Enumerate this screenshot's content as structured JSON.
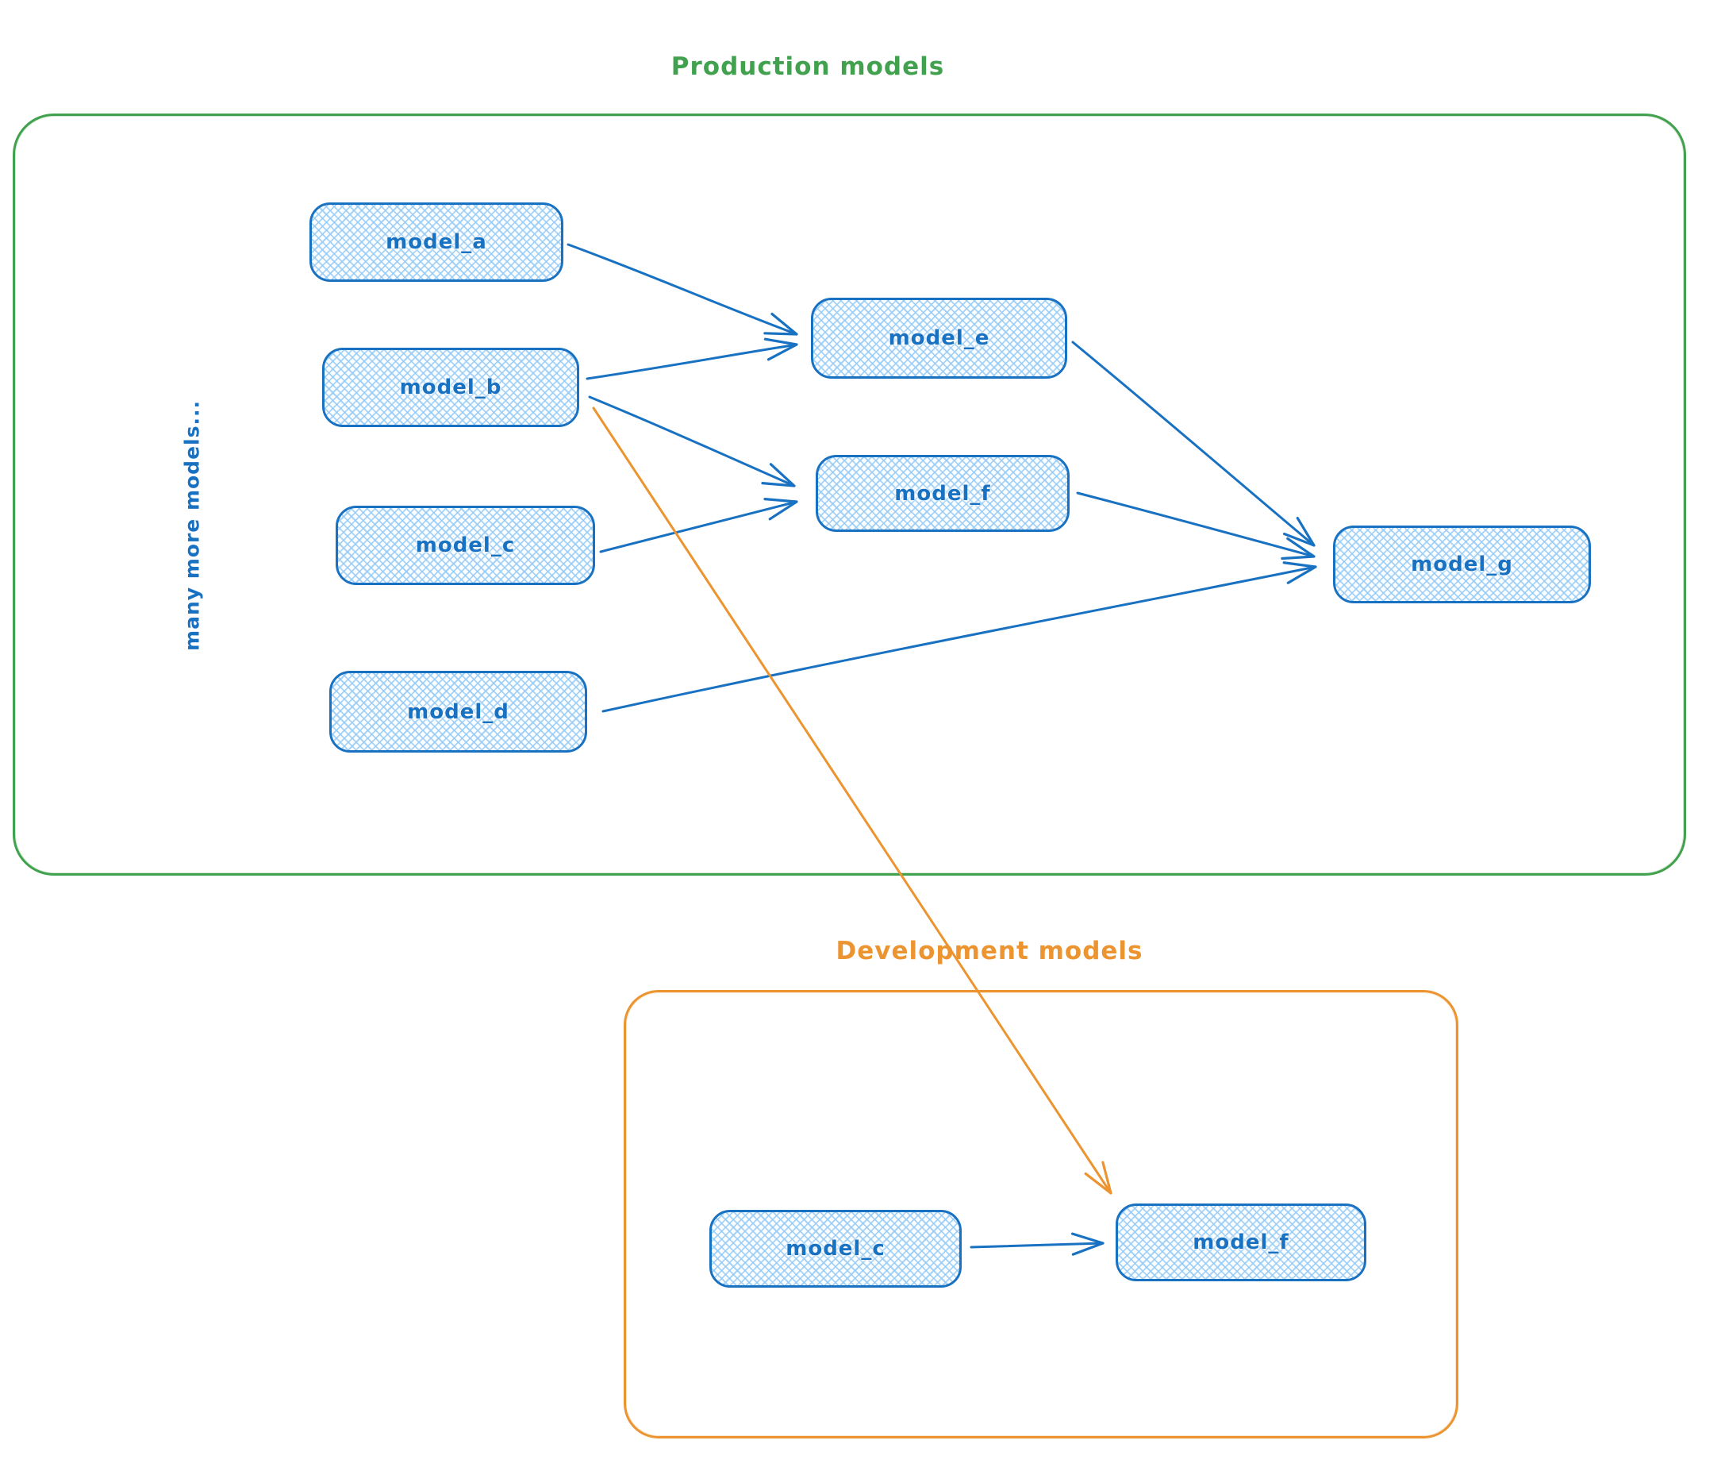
{
  "canvas": {
    "background": "#ffffff",
    "style": "hand-drawn whiteboard diagram"
  },
  "production": {
    "title": "Production models",
    "frame_color": "#42a14e",
    "side_label": "many more models...",
    "side_label_color": "#1971c2"
  },
  "development": {
    "title": "Development models",
    "frame_color": "#ec9430"
  },
  "node_style": {
    "stroke_color": "#1971c2",
    "fill_color": "#a5d8ff",
    "fill_pattern": "cross-hatch",
    "text_color": "#1971c2"
  },
  "nodes": {
    "prod_a": {
      "label": "model_a",
      "section": "production"
    },
    "prod_b": {
      "label": "model_b",
      "section": "production"
    },
    "prod_c": {
      "label": "model_c",
      "section": "production"
    },
    "prod_d": {
      "label": "model_d",
      "section": "production"
    },
    "prod_e": {
      "label": "model_e",
      "section": "production"
    },
    "prod_f": {
      "label": "model_f",
      "section": "production"
    },
    "prod_g": {
      "label": "model_g",
      "section": "production"
    },
    "dev_c": {
      "label": "model_c",
      "section": "development"
    },
    "dev_f": {
      "label": "model_f",
      "section": "development"
    }
  },
  "edges": [
    {
      "from": "prod_a",
      "to": "prod_e",
      "color": "#1971c2"
    },
    {
      "from": "prod_b",
      "to": "prod_e",
      "color": "#1971c2"
    },
    {
      "from": "prod_b",
      "to": "prod_f",
      "color": "#1971c2"
    },
    {
      "from": "prod_c",
      "to": "prod_f",
      "color": "#1971c2"
    },
    {
      "from": "prod_e",
      "to": "prod_g",
      "color": "#1971c2"
    },
    {
      "from": "prod_f",
      "to": "prod_g",
      "color": "#1971c2"
    },
    {
      "from": "prod_d",
      "to": "prod_g",
      "color": "#1971c2"
    },
    {
      "from": "dev_c",
      "to": "dev_f",
      "color": "#1971c2"
    },
    {
      "from": "prod_b",
      "to": "dev_f",
      "color": "#ec9430"
    }
  ]
}
